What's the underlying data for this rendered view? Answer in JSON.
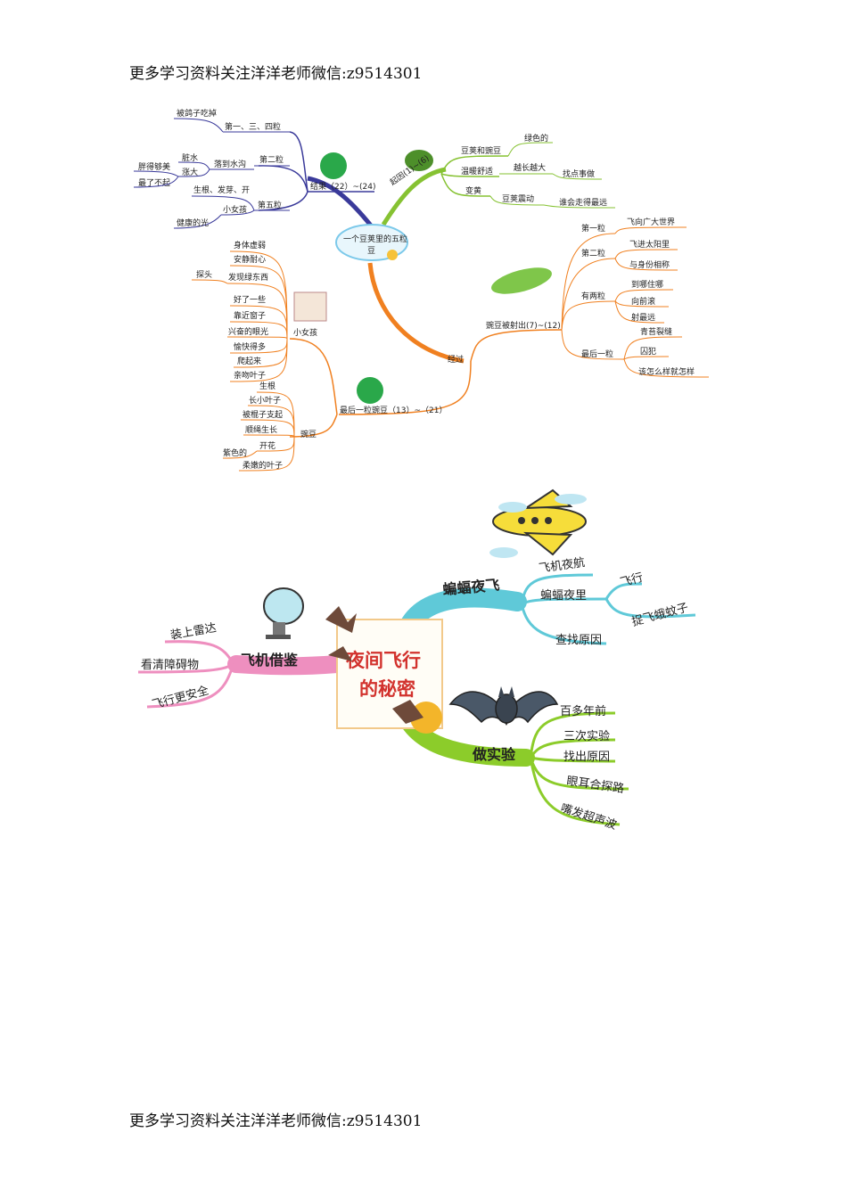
{
  "header_text": "更多学习资料关注洋洋老师微信:z9514301",
  "footer_text": "更多学习资料关注洋洋老师微信:z9514301",
  "map1": {
    "center": [
      "一个豆荚里的五粒",
      "豆"
    ],
    "result": {
      "label": "结果（22）~(24)",
      "group1": {
        "label": "第一、三、四粒",
        "items": [
          "被鸽子吃掉"
        ]
      },
      "group2": {
        "label": "第二粒",
        "sub": "落到水沟",
        "items": [
          "脏水",
          "涨大"
        ],
        "leaves": [
          "胖得够美",
          "最了不起"
        ]
      },
      "group5": {
        "label": "第五粒",
        "items": [
          "生根、发芽、开",
          "小女孩"
        ],
        "leaf": "健康的光"
      }
    },
    "cause": {
      "label": "起因(1)~(6)",
      "items": [
        "豆荚和豌豆",
        "温暖舒适",
        "变黄"
      ],
      "details": [
        "绿色的",
        "越长越大",
        "找点事做",
        "豆荚震动",
        "谁会走得最远"
      ]
    },
    "process": {
      "label": "经过",
      "sub": "豌豆被射出(7)~(12)",
      "groups": [
        {
          "label": "第一粒",
          "items": [
            "飞向广大世界"
          ]
        },
        {
          "label": "第二粒",
          "items": [
            "飞进太阳里",
            "与身份相称"
          ]
        },
        {
          "label": "有两粒",
          "items": [
            "到哪住哪",
            "向前滚",
            "射最远"
          ]
        },
        {
          "label": "最后一粒",
          "items": [
            "青苔裂缝",
            "囚犯",
            "该怎么样就怎样"
          ]
        }
      ]
    },
    "last_pea": {
      "label": "最后一粒豌豆（13）~（21）",
      "girl": {
        "label": "小女孩",
        "items": [
          "身体虚弱",
          "安静耐心",
          "发现绿东西",
          "好了一些",
          "靠近窗子",
          "兴奋的眼光",
          "愉快得多",
          "爬起来",
          "亲吻叶子"
        ],
        "extra": "探头"
      },
      "pea": {
        "label": "豌豆",
        "items": [
          "生根",
          "长小叶子",
          "被棍子支起",
          "顺绳生长",
          "开花",
          "柔嫩的叶子"
        ],
        "extra": "紫色的"
      }
    }
  },
  "map2": {
    "center": [
      "夜间飞行",
      "的秘密"
    ],
    "bat_night": {
      "label": "蝙蝠夜飞",
      "items": [
        "飞机夜航",
        "蝙蝠夜里",
        "查找原因"
      ],
      "sub": [
        "飞行",
        "捉飞蛾蚊子"
      ]
    },
    "plane": {
      "label": "飞机借鉴",
      "items": [
        "装上雷达",
        "看清障碍物",
        "飞行更安全"
      ]
    },
    "experiment": {
      "label": "做实验",
      "items": [
        "百多年前",
        "三次实验",
        "找出原因",
        "眼耳合探路",
        "嘴发超声波"
      ]
    },
    "colors": {
      "cyan": "#5fc9d8",
      "pink": "#ee8fbf",
      "green": "#8ccc2a",
      "navy": "#3a3a9a",
      "orange": "#f08020",
      "lime": "#86c232"
    }
  }
}
